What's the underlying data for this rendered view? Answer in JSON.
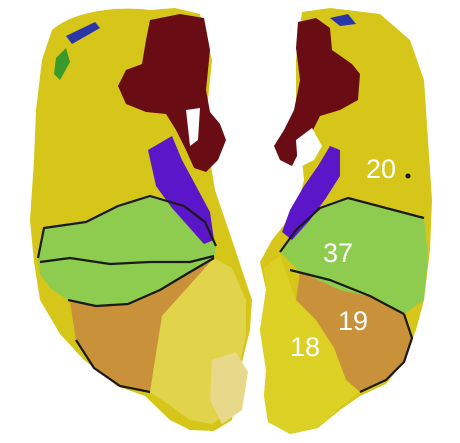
{
  "labels": {
    "area_20": "20",
    "area_37": "37",
    "area_19": "19",
    "area_18": "18"
  },
  "colors": {
    "background": "#ffffff",
    "area_20_yellow": "#d6c619",
    "area_37_green": "#8dcc4f",
    "area_19_tan": "#c9923a",
    "area_18_yellow": "#ddd024",
    "temporal_pole_maroon": "#6a0c14",
    "parahippocampal_purple": "#5a16c8",
    "border": "#1a1a1a",
    "label_text": "#ffffff"
  }
}
